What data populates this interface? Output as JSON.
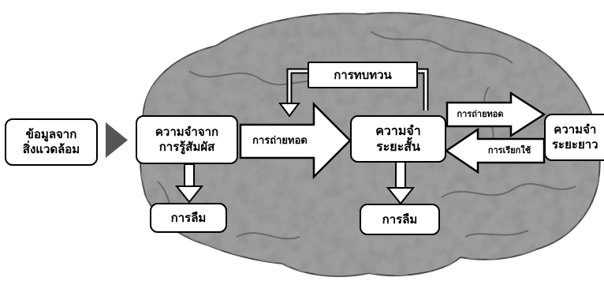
{
  "diagram": {
    "input_box": "ข้อมูลจาก\nสิ่งแวดล้อม",
    "sensory_memory": "ความจำจาก\nการรู้สัมผัส",
    "short_term_memory": "ความจำ\nระยะสั้น",
    "long_term_memory": "ความจำ\nระยะยาว",
    "forgetting_1": "การลืม",
    "forgetting_2": "การลืม",
    "rehearsal": "การทบทวน",
    "transfer_1": "การถ่ายทอด",
    "transfer_2": "การถ่ายทอด",
    "retrieval": "การเรียกใช้"
  },
  "colors": {
    "brain_fill": "#9a9a9a",
    "brain_texture": "#6e6e6e",
    "box_border": "#000000",
    "box_fill": "#ffffff",
    "pointer_arrow": "#555555"
  }
}
